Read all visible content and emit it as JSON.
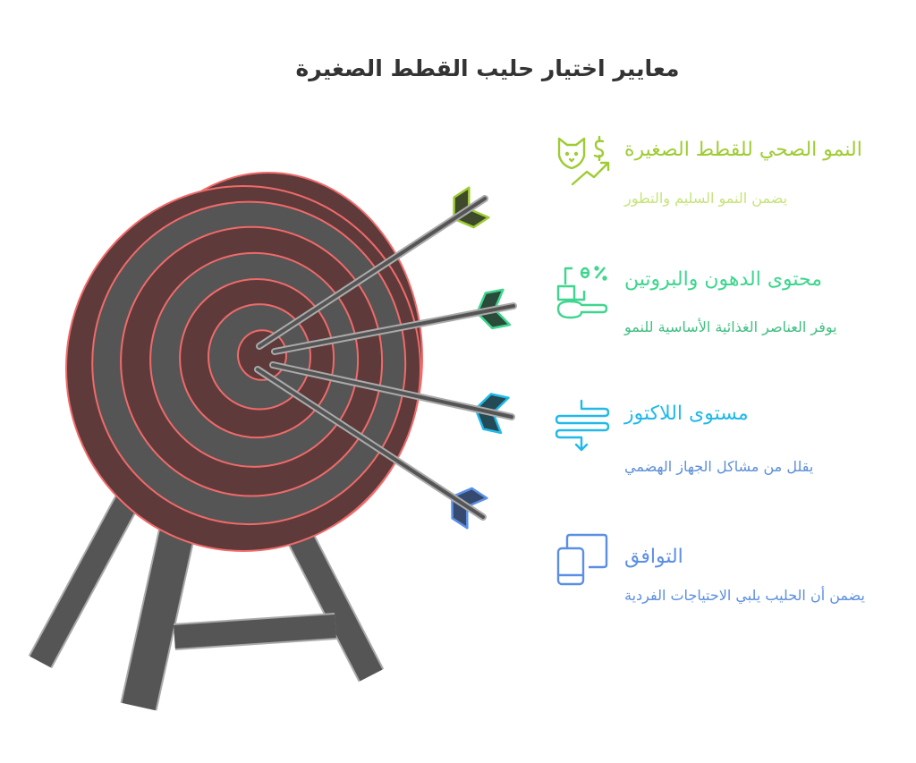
{
  "title": "معايير اختيار حليب القطط الصغيرة",
  "colors": {
    "ring_dark": "#5e3a3a",
    "ring_gray": "#555555",
    "ring_stroke": "#f06a6a",
    "stand": "#555555"
  },
  "criteria": [
    {
      "title": "النمو الصحي للقطط الصغيرة",
      "description": "يضمن النمو السليم والتطور",
      "icon": "cat-growth-icon",
      "color": "#9fcc34",
      "desc_color": "#c6e47a"
    },
    {
      "title": "محتوى الدهون والبروتين",
      "description": "يوفر العناصر الغذائية الأساسية للنمو",
      "icon": "nutrients-scoop-icon",
      "color": "#3ed68e",
      "desc_color": "#3fbf80"
    },
    {
      "title": "مستوى اللاكتوز",
      "description": "يقلل من مشاكل الجهاز الهضمي",
      "icon": "digestion-flow-icon",
      "color": "#22b9ea",
      "desc_color": "#5b8fd8"
    },
    {
      "title": "التوافق",
      "description": "يضمن أن الحليب يلبي الاحتياجات الفردية",
      "icon": "devices-icon",
      "color": "#5b8fe6",
      "desc_color": "#5b8fe0"
    }
  ]
}
